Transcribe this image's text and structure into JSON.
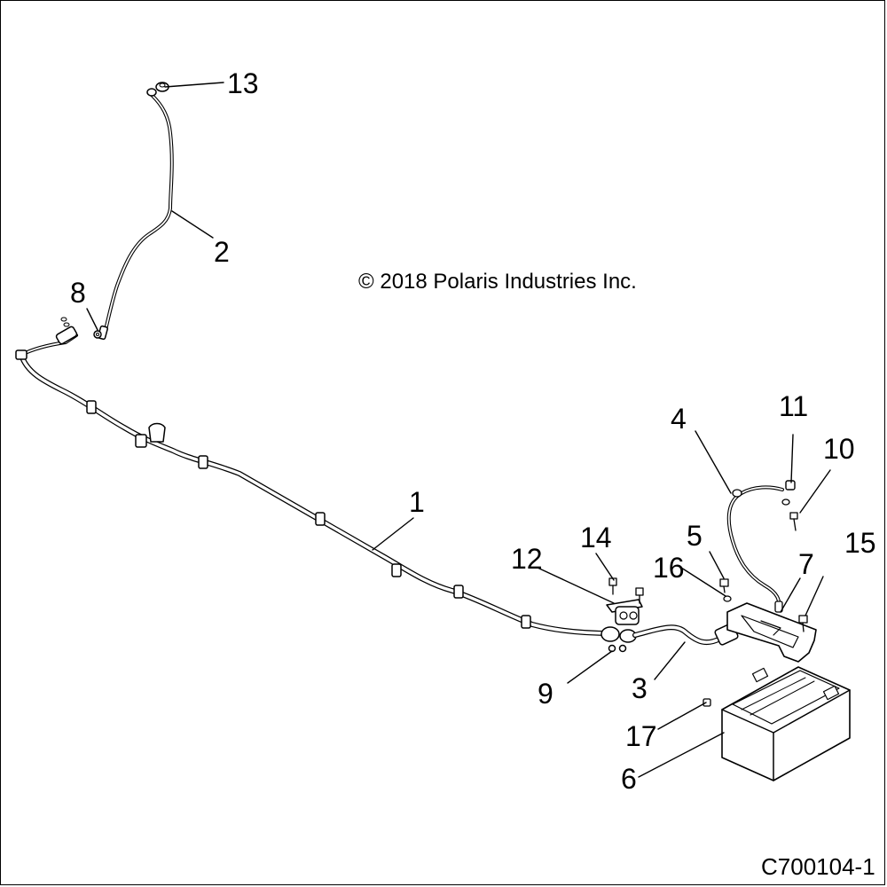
{
  "copyright": "© 2018 Polaris Industries Inc.",
  "diagram_id": "C700104-1",
  "callouts": [
    "1",
    "2",
    "3",
    "4",
    "5",
    "6",
    "7",
    "8",
    "9",
    "10",
    "11",
    "12",
    "13",
    "14",
    "15",
    "16",
    "17"
  ]
}
